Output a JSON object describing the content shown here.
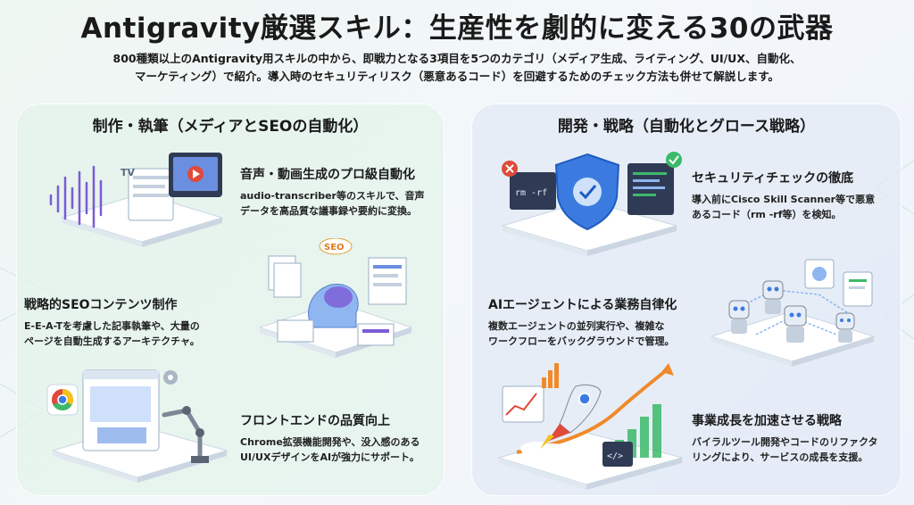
{
  "title": "Antigravity厳選スキル：生産性を劇的に変える30の武器",
  "subtitle_line1": "800種類以上のAntigravity用スキルの中から、即戦力となる3項目を5つのカテゴリ（メディア生成、ライティング、UI/UX、自動化、",
  "subtitle_line2": "マーケティング）で紹介。導入時のセキュリティリスク（悪意あるコード）を回避するためのチェック方法も併せて解説します。",
  "left_panel": {
    "header": "制作・執筆（メディアとSEOの自動化）",
    "items": [
      {
        "title": "音声・動画生成のプロ級自動化",
        "desc1": "audio-transcriber等のスキルで、音声",
        "desc2": "データを高品質な議事録や要約に変換。"
      },
      {
        "title": "戦略的SEOコンテンツ制作",
        "desc1": "E-E-A-Tを考慮した記事執筆や、大量の",
        "desc2": "ページを自動生成するアーキテクチャ。"
      },
      {
        "title": "フロントエンドの品質向上",
        "desc1": "Chrome拡張機能開発や、没入感のある",
        "desc2": "UI/UXデザインをAIが強力にサポート。"
      }
    ],
    "labels": {
      "tv": "TV",
      "seo": "SEO"
    }
  },
  "right_panel": {
    "header": "開発・戦略（自動化とグロース戦略）",
    "items": [
      {
        "title": "セキュリティチェックの徹底",
        "desc1": "導入前にCisco Skill Scanner等で悪意",
        "desc2": "あるコード（rm -rf等）を検知。"
      },
      {
        "title": "AIエージェントによる業務自律化",
        "desc1": "複数エージェントの並列実行や、複雑な",
        "desc2": "ワークフローをバックグラウンドで管理。"
      },
      {
        "title": "事業成長を加速させる戦略",
        "desc1": "バイラルツール開発やコードのリファクタ",
        "desc2": "リングにより、サービスの成長を支援。"
      }
    ],
    "labels": {
      "rm": "rm -rf",
      "code": "</>"
    }
  },
  "colors": {
    "accent_blue": "#3b7be0",
    "accent_red": "#e04a3a",
    "accent_green": "#3cba6a",
    "accent_orange": "#f08a2a"
  }
}
